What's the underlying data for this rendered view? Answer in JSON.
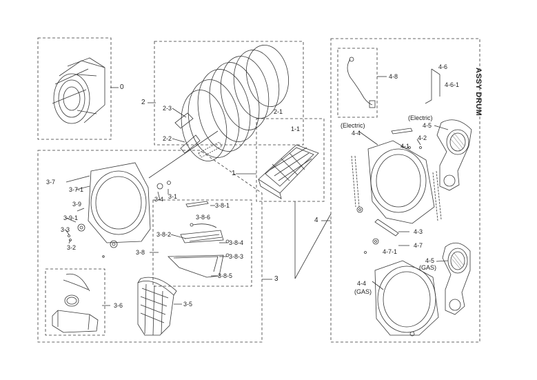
{
  "title": "ASSY DRUM",
  "callouts": {
    "c0": "0",
    "c2": "2",
    "c2_1": "2-1",
    "c2_2": "2-2",
    "c2_3": "2-3",
    "c1": "1",
    "c1_1": "1-1",
    "c3": "3",
    "c3_1": "3-1",
    "c3_2": "3-2",
    "c3_3": "3-3",
    "c3_4": "3-4",
    "c3_5": "3-5",
    "c3_6": "3-6",
    "c3_7": "3-7",
    "c3_7_1": "3-7-1",
    "c3_8": "3-8",
    "c3_8_1": "3-8-1",
    "c3_8_2": "3-8-2",
    "c3_8_3": "3-8-3",
    "c3_8_4": "3-8-4",
    "c3_8_5": "3-8-5",
    "c3_8_6": "3-8-6",
    "c3_9": "3-9",
    "c3_9_1": "3-9-1",
    "c4": "4",
    "c4_1": "4-1",
    "c4_2": "4-2",
    "c4_3": "4-3",
    "c4_4a": "4-4",
    "c4_4b": "4-4",
    "c4_5a": "4-5",
    "c4_5b": "4-5",
    "c4_6": "4-6",
    "c4_6_1": "4-6-1",
    "c4_7": "4-7",
    "c4_7_1": "4-7-1",
    "c4_8": "4-8",
    "electric_a": "(Electric)",
    "electric_b": "(Electric)",
    "gas_a": "(GAS)",
    "gas_b": "(GAS)"
  }
}
